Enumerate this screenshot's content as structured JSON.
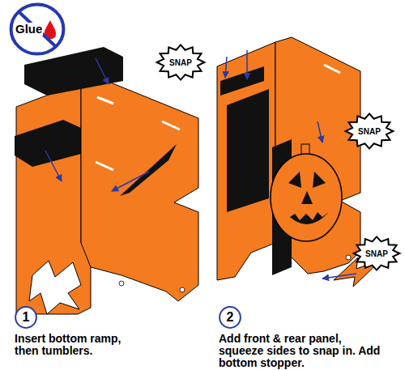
{
  "diagram": {
    "nodes": [
      {
        "text": [
          "Glue"
        ]
      },
      {
        "text": [
          "SNAP"
        ]
      },
      {
        "text": [
          "SNAP"
        ]
      },
      {
        "text": [
          "SNAP"
        ]
      },
      {
        "text": [
          "1"
        ]
      },
      {
        "text": [
          "2"
        ]
      }
    ],
    "labels": [
      "Insert bottom ramp, then tumblers.",
      "Add front & rear panel, squeeze sides to snap in. Add bottom stopper."
    ]
  }
}
